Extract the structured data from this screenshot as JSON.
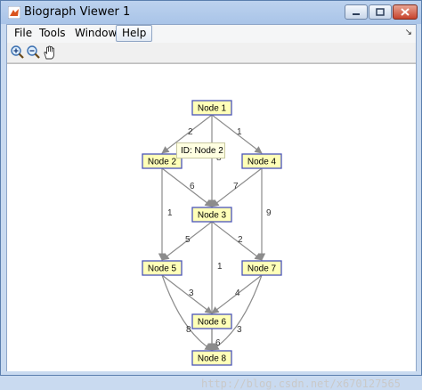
{
  "window": {
    "title": "Biograph Viewer 1"
  },
  "menubar": {
    "items": [
      {
        "label": "File"
      },
      {
        "label": "Tools"
      },
      {
        "label": "Window"
      },
      {
        "label": "Help"
      }
    ]
  },
  "toolbar": {
    "icons": [
      "zoom-in-icon",
      "zoom-out-icon",
      "pan-hand-icon"
    ]
  },
  "graph": {
    "nodes": [
      {
        "id": "Node 1"
      },
      {
        "id": "Node 2"
      },
      {
        "id": "Node 3"
      },
      {
        "id": "Node 4"
      },
      {
        "id": "Node 5"
      },
      {
        "id": "Node 6"
      },
      {
        "id": "Node 7"
      },
      {
        "id": "Node 8"
      }
    ],
    "edges": [
      {
        "from": "Node 1",
        "to": "Node 2",
        "weight": "2"
      },
      {
        "from": "Node 1",
        "to": "Node 3",
        "weight": "8"
      },
      {
        "from": "Node 1",
        "to": "Node 4",
        "weight": "1"
      },
      {
        "from": "Node 2",
        "to": "Node 3",
        "weight": "6"
      },
      {
        "from": "Node 2",
        "to": "Node 5",
        "weight": "1"
      },
      {
        "from": "Node 4",
        "to": "Node 3",
        "weight": "7"
      },
      {
        "from": "Node 4",
        "to": "Node 7",
        "weight": "9"
      },
      {
        "from": "Node 3",
        "to": "Node 5",
        "weight": "5"
      },
      {
        "from": "Node 3",
        "to": "Node 7",
        "weight": "2"
      },
      {
        "from": "Node 3",
        "to": "Node 8",
        "weight": "1"
      },
      {
        "from": "Node 5",
        "to": "Node 6",
        "weight": "3"
      },
      {
        "from": "Node 5",
        "to": "Node 8",
        "weight": "8"
      },
      {
        "from": "Node 7",
        "to": "Node 6",
        "weight": "4"
      },
      {
        "from": "Node 7",
        "to": "Node 8",
        "weight": "3"
      },
      {
        "from": "Node 6",
        "to": "Node 8",
        "weight": "6"
      }
    ]
  },
  "tooltip": {
    "text": "ID: Node 2"
  },
  "watermark": {
    "text": "http://blog.csdn.net/x670127565"
  },
  "colors": {
    "node_fill": "#ffffb8",
    "node_border": "#4a55b8",
    "edge": "#8c8c8c",
    "title_bar": "#a9c4e8"
  }
}
